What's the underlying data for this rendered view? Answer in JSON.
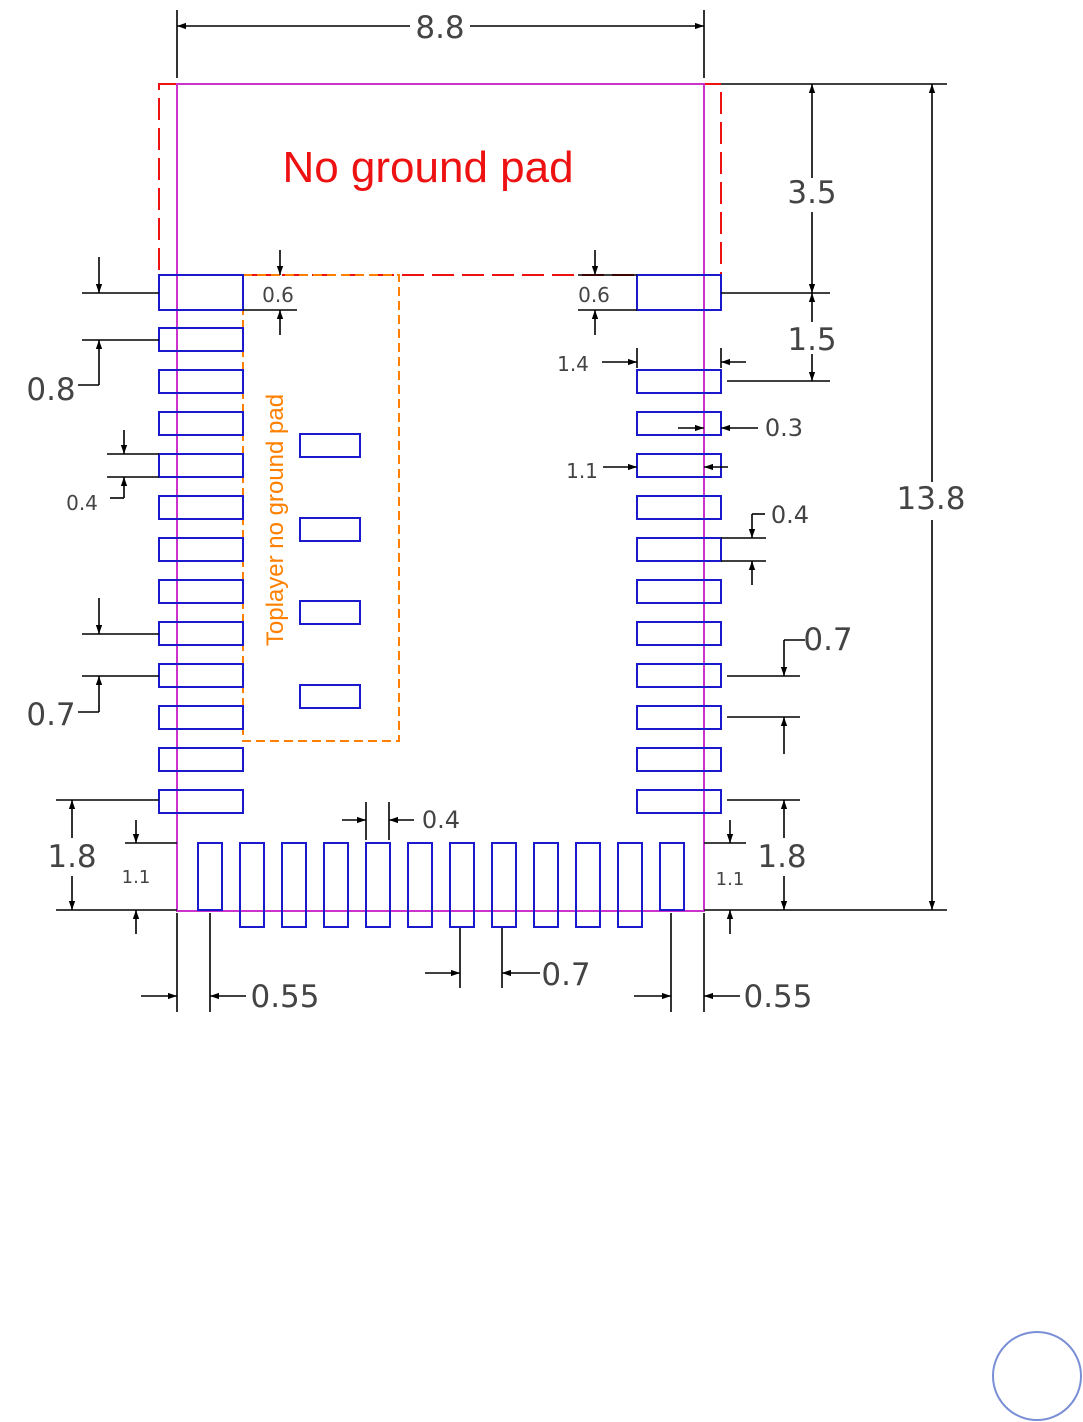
{
  "labels": {
    "no_ground_pad": "No ground pad",
    "toplayer_no_ground_pad": "Toplayer no ground pad"
  },
  "dimensions": {
    "width": "8.8",
    "height": "13.8",
    "antenna_keepout": "3.5",
    "top_pad_offset": "1.5",
    "top_pad_height_left": "0.6",
    "top_pad_height_right": "0.6",
    "pad_pitch_left_top": "0.8",
    "pad_height_left": "0.4",
    "pad_pitch_left_bottom": "0.7",
    "pad_length_right": "1.4",
    "pad_overhang_right": "0.3",
    "pad_inner_length_right": "1.1",
    "pad_height_right": "0.4",
    "pad_pitch_right": "0.7",
    "bottom_corner_left": "1.8",
    "bottom_corner_right": "1.8",
    "bottom_inset_left": "1.1",
    "bottom_inset_right": "1.1",
    "bottom_pad_width": "0.4",
    "bottom_pad_pitch": "0.7",
    "bottom_edge_left": "0.55",
    "bottom_edge_right": "0.55"
  },
  "colors": {
    "outline": "#cc33cc",
    "keepout": "#ee1111",
    "toplayer_keepout": "#ff8000",
    "pad": "#1a1acc",
    "dimension": "#000000",
    "dimension_text": "#444444",
    "page_badge": "#7a8fd6"
  },
  "page_badge_icon": "page-number-circle-icon"
}
